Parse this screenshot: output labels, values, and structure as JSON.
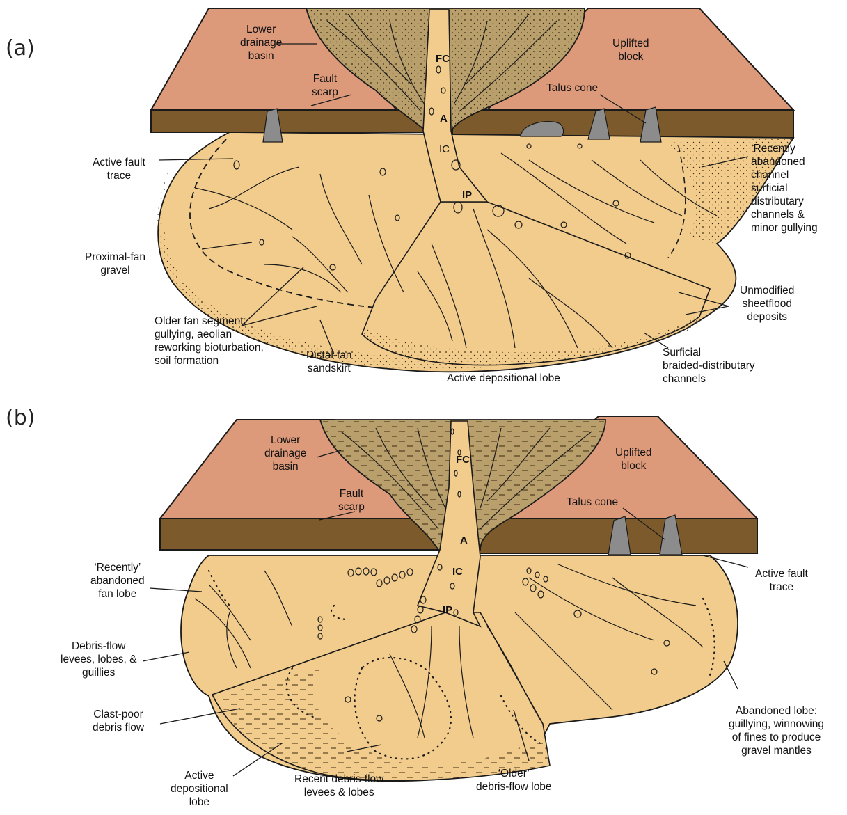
{
  "panels": [
    {
      "tag": "(a)",
      "codes": {
        "fc": "FC",
        "a": "A",
        "ic": "IC",
        "ip": "IP"
      },
      "labels": {
        "lower_drainage_basin": "Lower\ndrainage\nbasin",
        "uplifted_block": "Uplifted\nblock",
        "fault_scarp": "Fault\nscarp",
        "talus_cone": "Talus cone",
        "active_fault_trace": "Active fault\ntrace",
        "recently_abandoned": "‘Recently\nabandoned\nchannel\nsurficial\ndistributary\nchannels &\nminor gullying",
        "proximal_fan_gravel": "Proximal-fan\ngravel",
        "unmodified_sheetflood": "Unmodified\nsheetflood\ndeposits",
        "older_fan_segment": "Older fan segment:\ngullying, aeolian\nreworking bioturbation,\nsoil formation",
        "distal_fan_sandskirt": "Distal-fan\nsandskirt",
        "active_depositional_lobe": "Active depositional lobe",
        "surficial_braided": "Surficial\nbraided-distributary\nchannels"
      }
    },
    {
      "tag": "(b)",
      "codes": {
        "fc": "FC",
        "a": "A",
        "ic": "IC",
        "ip": "IP"
      },
      "labels": {
        "lower_drainage_basin": "Lower\ndrainage\nbasin",
        "uplifted_block": "Uplifted\nblock",
        "fault_scarp": "Fault\nscarp",
        "talus_cone": "Talus cone",
        "recently_abandoned_fan_lobe": "‘Recently’\nabandoned\nfan lobe",
        "active_fault_trace": "Active fault\ntrace",
        "debris_flow_levees": "Debris-flow\nlevees, lobes, &\nguillies",
        "clast_poor_debris_flow": "Clast-poor\ndebris flow",
        "abandoned_lobe": "Abandoned lobe:\nguillying, winnowing\nof fines to produce\ngravel mantles",
        "active_depositional_lobe": "Active\ndepositional\nlobe",
        "recent_debris_flow": "Recent debris-flow\nlevees & lobes",
        "older_debris_flow_lobe": "‘Older’\ndebris-flow lobe"
      }
    }
  ],
  "colors": {
    "uplifted_block_top": "#dd9a7a",
    "fault_scarp_face": "#7d5a2b",
    "fan_surface": "#f2cc8c",
    "drainage_basin": "#b89f6c",
    "outline": "#1a1a1a",
    "talus": "#8c8c8c"
  }
}
